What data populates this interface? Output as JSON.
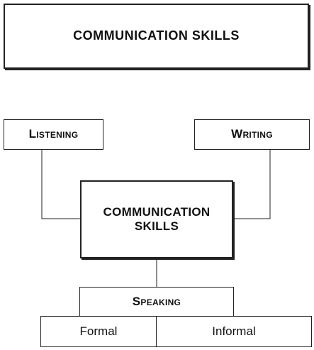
{
  "diagram": {
    "title": "COMMUNICATION SKILLS",
    "center": "COMMUNICATION SKILLS",
    "listening": "Listening",
    "writing": "Writing",
    "speaking": "Speaking",
    "formal": "Formal",
    "informal": "Informal"
  }
}
